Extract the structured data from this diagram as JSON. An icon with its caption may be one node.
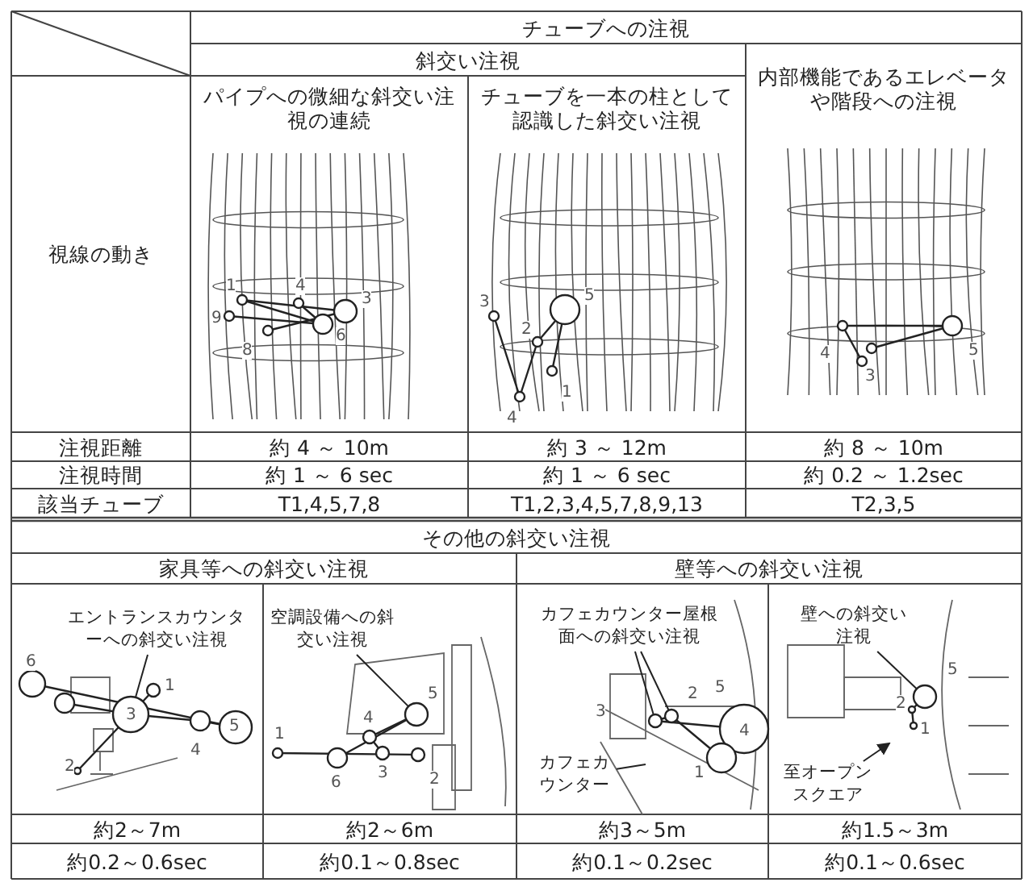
{
  "diagram": {
    "nodes": [
      {
        "text": [
          "エントランスカウンターへの斜交い注視"
        ]
      },
      {
        "text": [
          "空調設備への斜交い注視"
        ]
      },
      {
        "text": [
          "カフェカウンター屋根面への斜交い注視"
        ]
      },
      {
        "text": [
          "カフェカウンター"
        ]
      },
      {
        "text": [
          "壁への斜交い注視"
        ]
      },
      {
        "text": [
          "至オープンスクエア"
        ]
      },
      {
        "text": [],
        "shape": "circle"
      },
      {
        "text": [],
        "shape": "circle"
      },
      {
        "text": [],
        "shape": "circle"
      },
      {
        "text": [],
        "shape": "circle"
      },
      {
        "text": [],
        "shape": "circle"
      }
    ],
    "edges": [
      {
        "from": 0,
        "to": 6,
        "arrow": "none"
      },
      {
        "from": 1,
        "to": 7,
        "arrow": "none"
      },
      {
        "from": 2,
        "to": 8,
        "arrow": "none"
      },
      {
        "from": 2,
        "to": 9,
        "arrow": "none"
      },
      {
        "from": 3,
        "to": null,
        "arrow": "none"
      },
      {
        "from": 4,
        "to": 10,
        "arrow": "none"
      },
      {
        "from": 5,
        "to": null,
        "arrow": "to"
      }
    ],
    "labels": [
      "チューブへの注視",
      "斜交い注視",
      "パイプへの微細な斜交い注視の連続",
      "チューブを一本の柱として認識した斜交い注視",
      "内部機能であるエレベータや階段への注視",
      "視線の動き",
      "1",
      "4",
      "3",
      "9",
      "6",
      "8",
      "3",
      "5",
      "2",
      "4",
      "1",
      "4",
      "3",
      "5",
      "注視距離",
      "約 4 ～ 10m",
      "約 3 ～ 12m",
      "約 8 ～ 10m",
      "注視時間",
      "約 1 ～ 6 sec",
      "約 1 ～ 6 sec",
      "約 0.2 ～ 1.2sec",
      "該当チューブ",
      "T1,4,5,7,8",
      "T1,2,3,4,5,7,8,9,13",
      "T2,3,5",
      "その他の斜交い注視",
      "家具等への斜交い注視",
      "壁等への斜交い注視",
      "6",
      "1",
      "3",
      "4",
      "5",
      "2",
      "5",
      "4",
      "1",
      "3",
      "6",
      "2",
      "2",
      "5",
      "3",
      "4",
      "1",
      "5",
      "2",
      "1",
      "約2～7m",
      "約2～6m",
      "約3～5m",
      "約1.5～3m",
      "約0.2～0.6sec",
      "約0.1～0.8sec",
      "約0.1～0.2sec",
      "約0.1～0.6sec"
    ]
  }
}
